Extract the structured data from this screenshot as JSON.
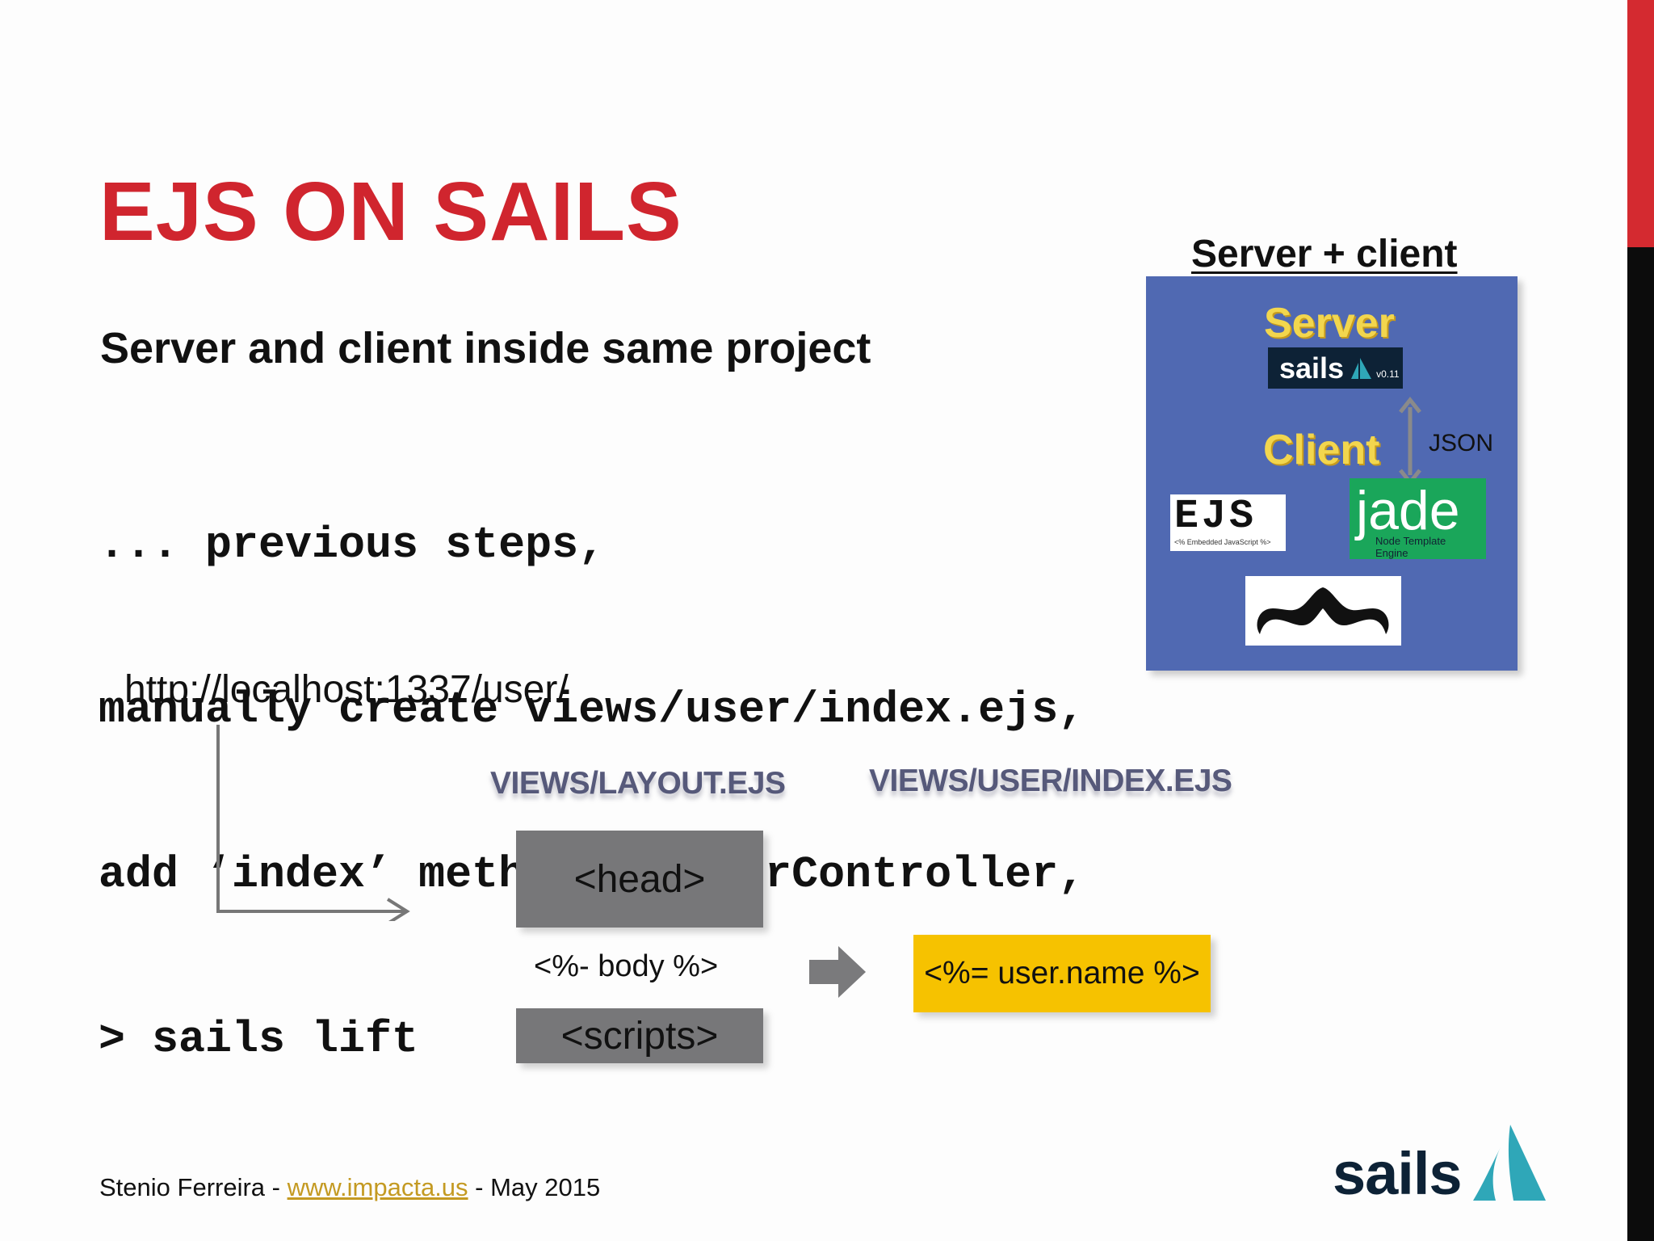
{
  "slide": {
    "title": "EJS ON SAILS",
    "subtitle": "Server and client inside same project",
    "code_lines": [
      "... previous steps,",
      "manually create views/user/index.ejs,",
      "add ‘index’ method to UserController,",
      "> sails lift"
    ],
    "url": "http://localhost:1337/user/",
    "flow": {
      "layout_label": "VIEWS/LAYOUT.EJS",
      "index_label": "VIEWS/USER/INDEX.EJS",
      "head": "<head>",
      "body": "<%- body %>",
      "scripts": "<scripts>",
      "user_name": "<%= user.name %>"
    },
    "panel": {
      "label": "Server + client",
      "server": "Server",
      "sails_text": "sails",
      "sails_version": "v0.11",
      "client": "Client",
      "json": "JSON",
      "ejs_big": "EJS",
      "ejs_small": "<% Embedded JavaScript %>",
      "jade_big": "jade",
      "jade_small": "Node Template Engine"
    },
    "footer": {
      "author": "Stenio Ferreira - ",
      "link": "www.impacta.us",
      "date": " - May 2015"
    },
    "logo_text": "sails"
  },
  "colors": {
    "title_red": "#d0252e",
    "panel_blue": "#5069b2",
    "accent_yellow": "#f6c200",
    "box_grey": "#777779"
  },
  "icons": [
    "sails-logo-icon",
    "mustache-icon",
    "arrow-right-icon",
    "double-arrow-icon"
  ]
}
